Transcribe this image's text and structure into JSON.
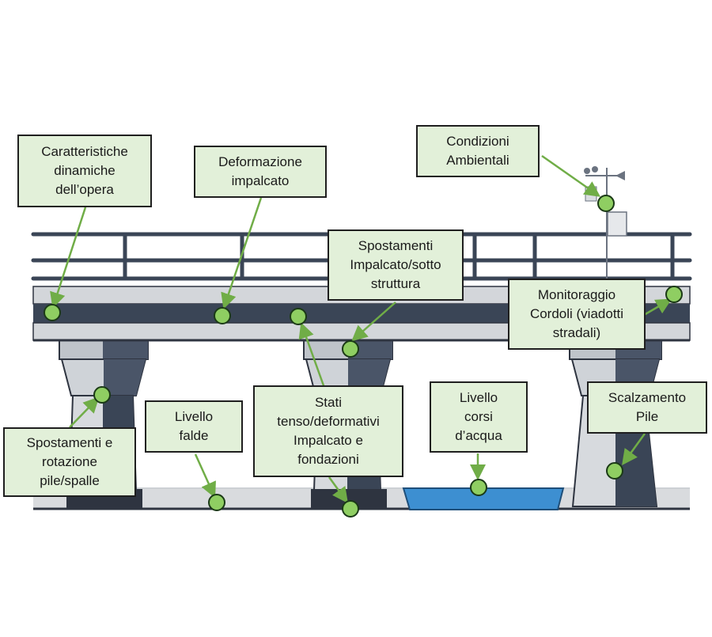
{
  "colors": {
    "label_fill": "#e2f0d9",
    "label_border": "#1f1f1f",
    "sensor_fill": "#8fce62",
    "sensor_border": "#1b3a16",
    "arrow": "#70ad47",
    "water": "#3d8fd1",
    "deck_dark": "#3a4556",
    "deck_light": "#d3d6da"
  },
  "labels": {
    "dynamic_characteristics": "Caratteristiche\ndinamiche\ndell’opera",
    "deck_deformation": "Deformazione\nimpalcato",
    "environmental_conditions": "Condizioni\nAmbientali",
    "deck_substructure_displacements": "Spostamenti\nImpalcato/sotto\nstruttura",
    "curb_monitoring": "Monitoraggio\nCordoli (viadotti\nstradali)",
    "pier_abutment_displacement_rotation": "Spostamenti e\nrotazione\npile/spalle",
    "groundwater_level": "Livello\nfalde",
    "stress_strain_states": "Stati\ntenso/deformativi\nImpalcato e\nfondazioni",
    "watercourse_level": "Livello\ncorsi\nd’acqua",
    "pier_scour": "Scalzamento\nPile"
  }
}
